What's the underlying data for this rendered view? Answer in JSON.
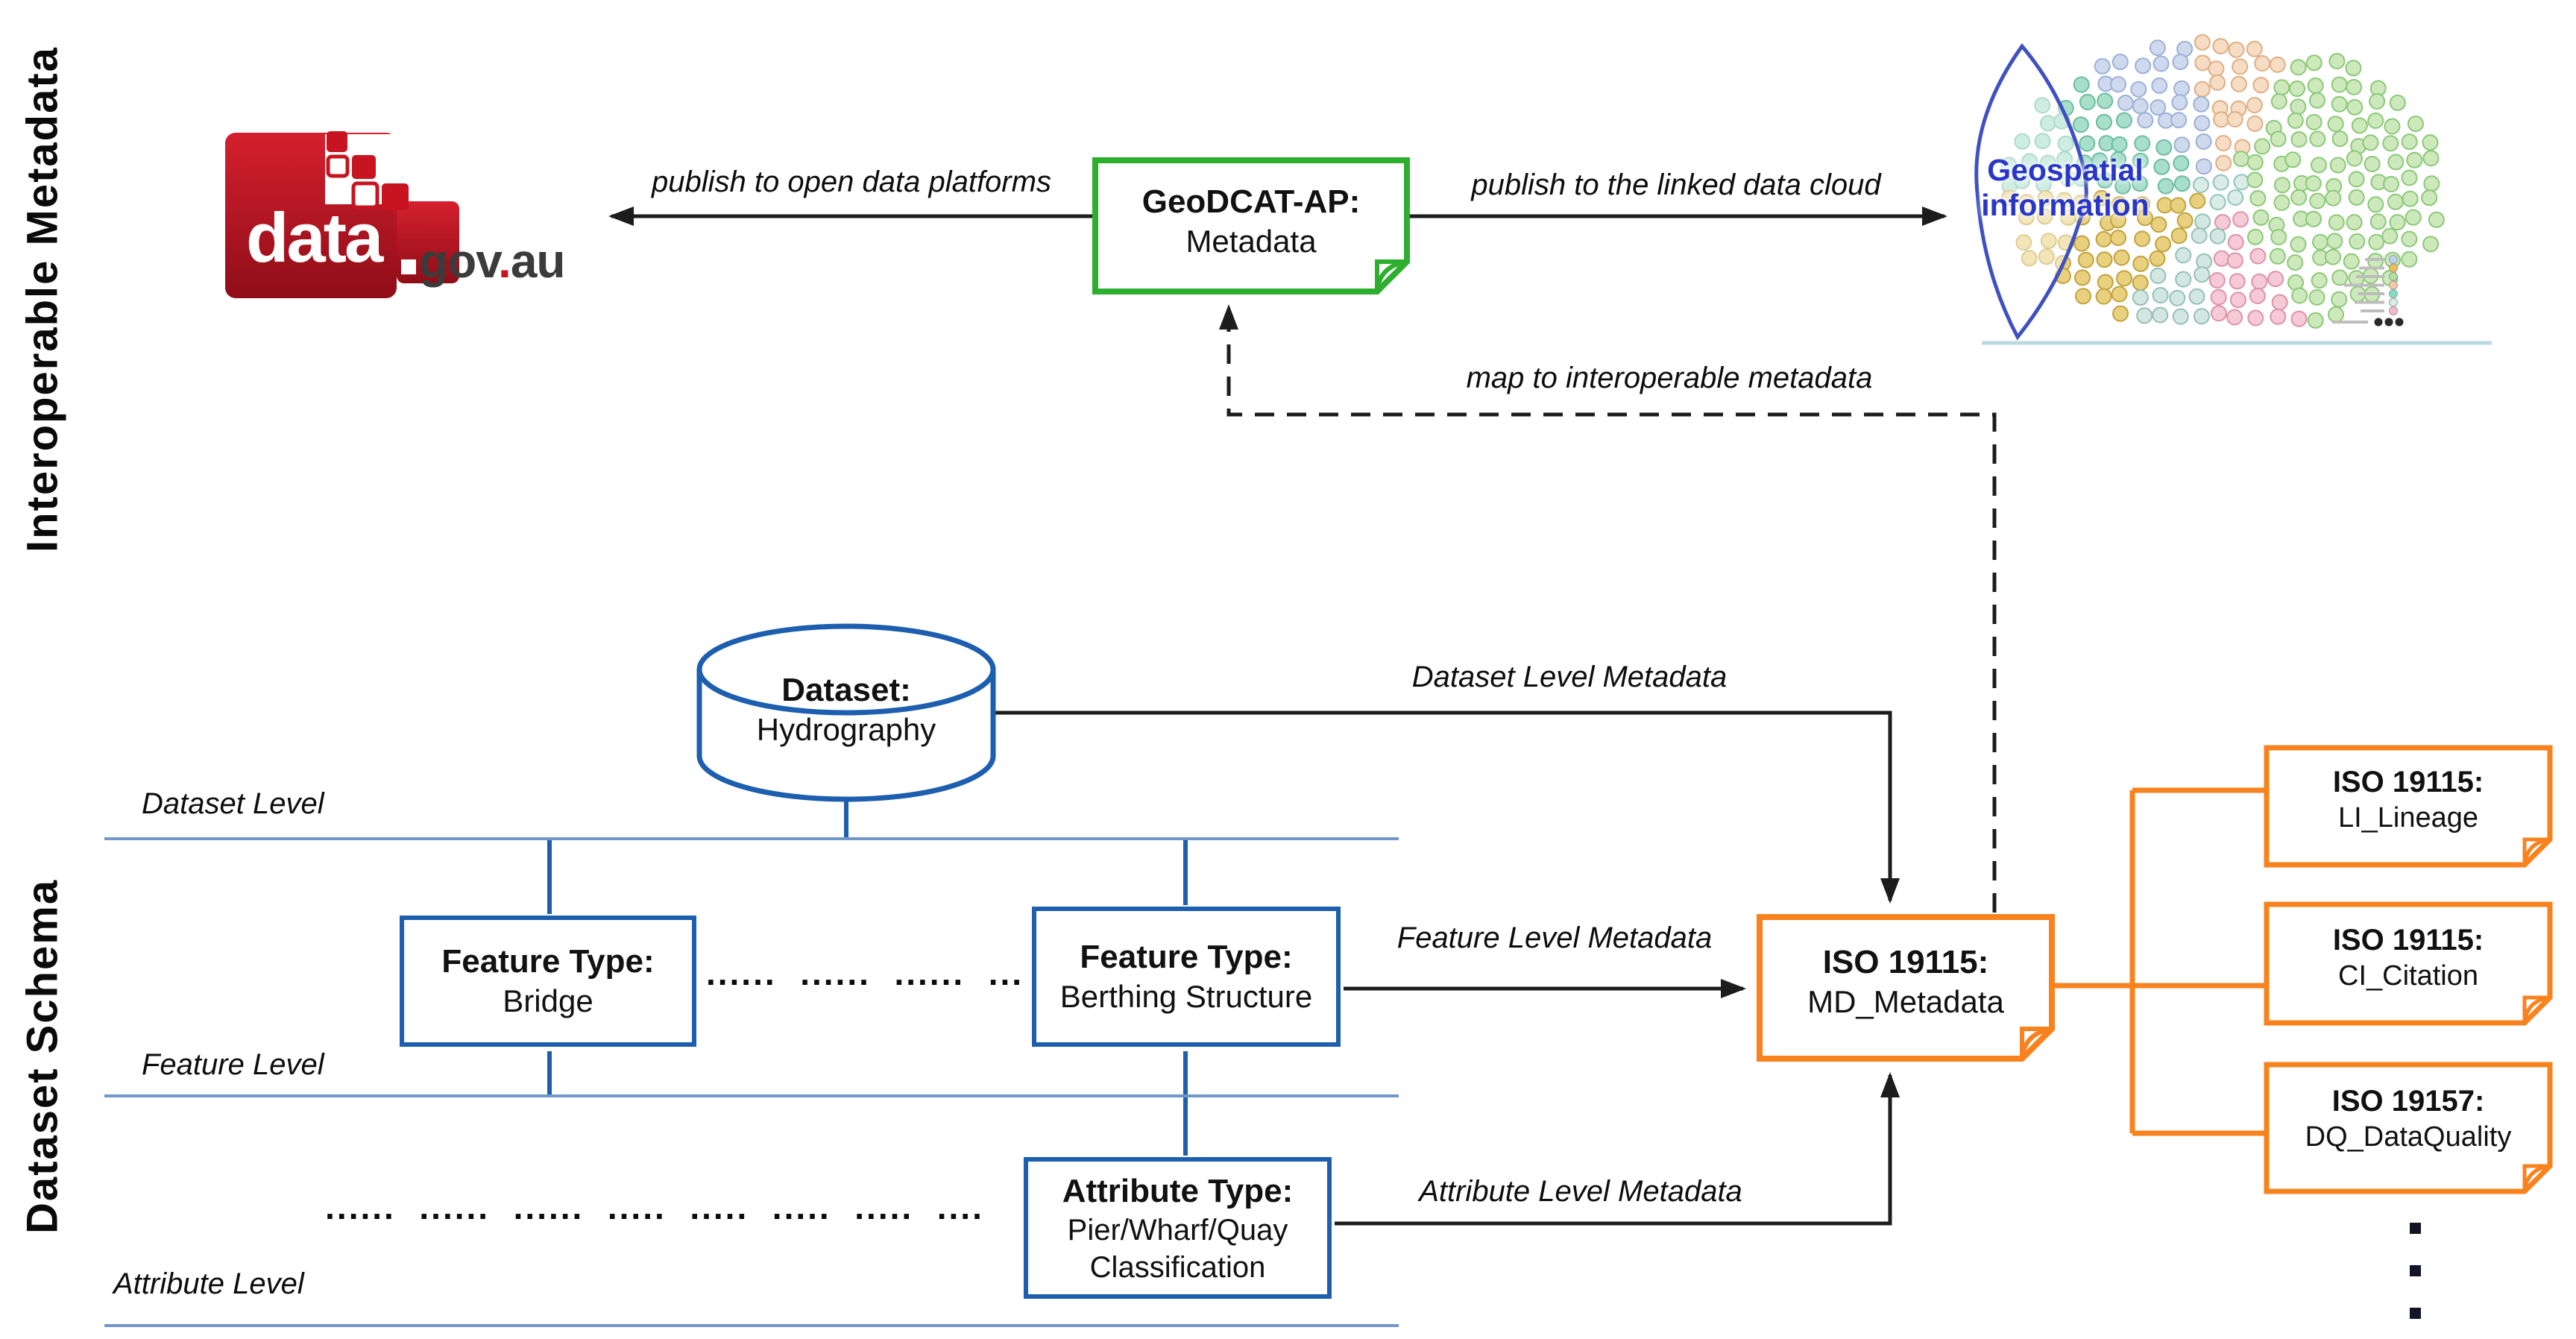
{
  "labels": {
    "interoperable": "Interoperable  Metadata",
    "dataset_schema": "Dataset  Schema",
    "publish_left": "publish to open data platforms",
    "publish_right": "publish to the linked data cloud",
    "map": "map to interoperable metadata",
    "dataset_meta": "Dataset Level Metadata",
    "feature_meta": "Feature Level Metadata",
    "attribute_meta": "Attribute Level Metadata",
    "level_dataset": "Dataset Level",
    "level_feature": "Feature Level",
    "level_attribute": "Attribute Level"
  },
  "logo": {
    "data_text": "data",
    "gov_text": "gov",
    "dot": ".",
    "au_text": "au"
  },
  "geodcat": {
    "title": "GeoDCAT-AP:",
    "subtitle": "Metadata"
  },
  "cylinder": {
    "title": "Dataset:",
    "subtitle": "Hydrography"
  },
  "bridge": {
    "title": "Feature Type:",
    "subtitle": "Bridge"
  },
  "berthing": {
    "title": "Feature Type:",
    "subtitle": "Berthing Structure"
  },
  "attribute": {
    "title": "Attribute Type:",
    "line2": "Pier/Wharf/Quay",
    "line3": "Classification"
  },
  "iso_md": {
    "title": "ISO 19115:",
    "subtitle": "MD_Metadata"
  },
  "right_boxes": [
    {
      "title": "ISO 19115:",
      "subtitle": "LI_Lineage"
    },
    {
      "title": "ISO 19115:",
      "subtitle": "CI_Citation"
    },
    {
      "title": "ISO 19157:",
      "subtitle": "DQ_DataQuality"
    }
  ],
  "dots": {
    "feature_row": "......  ......  ......  ...",
    "attribute_row": "......  ......  ......  .....  .....  .....  .....  ...."
  },
  "cloud": {
    "label_line1": "Geospatial",
    "label_line2": "information",
    "legend_colors": [
      "#bcd2f0",
      "#f0bc54",
      "#b3e099",
      "#f5c9a4",
      "#7ce0c8",
      "#d7efe2",
      "#f6b9cb"
    ],
    "sector_colors": {
      "center": "#d9ece8",
      "green": "#cde9bb",
      "peach": "#f6dcc3",
      "lavender": "#cfd9ed",
      "teal": "#a7dfcb",
      "yellow": "#e8d07e",
      "pale_teal": "#d2e7e2",
      "pink": "#f5c9d5"
    }
  },
  "colors": {
    "green_border": "#2eae2e",
    "orange_border": "#f8821e",
    "blue_border": "#1d5fae",
    "steel_line": "#7296c9",
    "arrow_black": "#1c1c1c",
    "logo_red": "#c81420",
    "cloud_label_blue": "#2937c8",
    "cloud_lens_blue": "#3f51c1"
  }
}
